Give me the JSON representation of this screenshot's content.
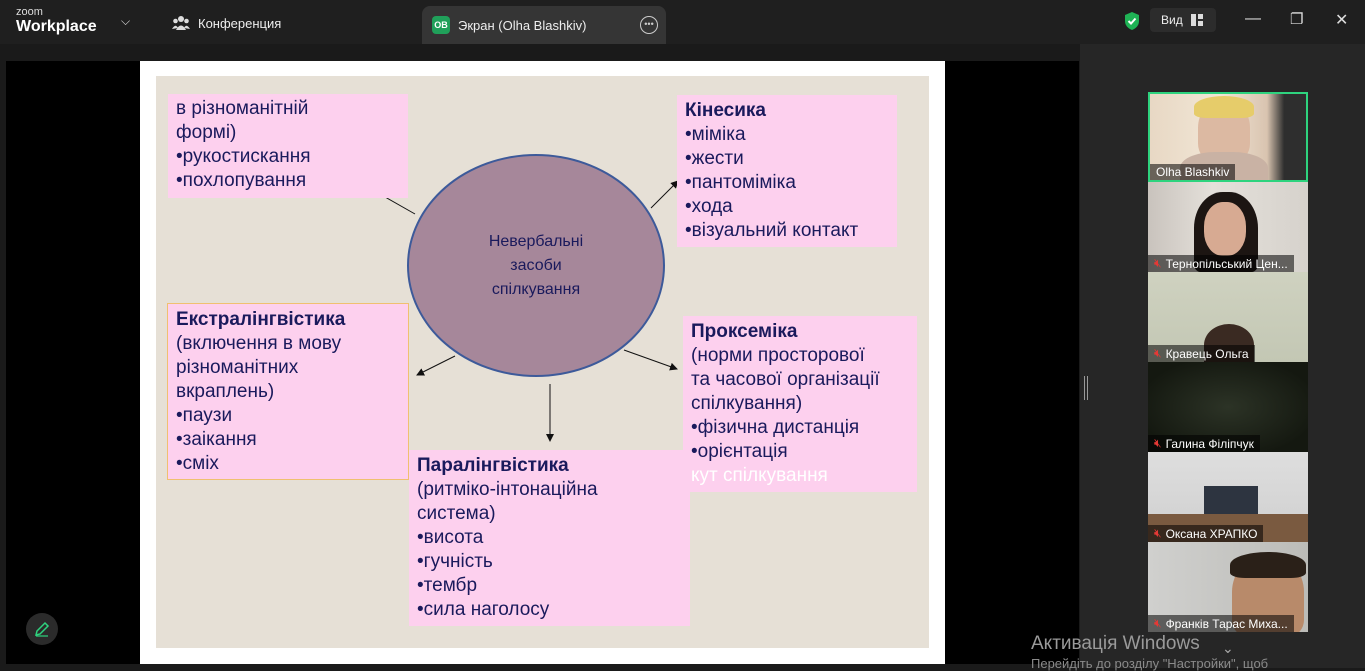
{
  "app": {
    "logo_top": "zoom",
    "logo_bottom": "Workplace"
  },
  "tabs": {
    "meeting": "Конференция",
    "share": "Экран (Olha Blashkiv)",
    "share_badge": "OB"
  },
  "toolbar": {
    "view": "Вид"
  },
  "slide": {
    "center": "Невербальні засоби спілкування",
    "box_top_left": [
      "в різноманітній",
      "формі)",
      "•рукостискання",
      "•похлопування"
    ],
    "kinesics": {
      "title": "Кінесика",
      "items": [
        "•міміка",
        "•жести",
        "•пантоміміка",
        "•хода",
        "•візуальний контакт"
      ]
    },
    "extralinguistics": {
      "title": "Екстралінгвістика",
      "items": [
        "(включення в мову",
        "різноманітних",
        "вкраплень)",
        "•паузи",
        "•заікання",
        "•сміх"
      ]
    },
    "proxemics": {
      "title": "Проксеміка",
      "items": [
        "(норми просторової",
        "та часової організації",
        "спілкування)",
        "•фізична дистанція",
        "•орієнтація"
      ],
      "faded": "кут спілкування"
    },
    "paralinguistics": {
      "title": "Паралінгвістика",
      "items": [
        "(ритміко-інтонаційна",
        "система)",
        "•висота",
        "•гучність",
        "•тембр",
        "•сила наголосу"
      ]
    }
  },
  "participants": [
    {
      "name": "Olha Blashkiv",
      "muted": false
    },
    {
      "name": "Тернопільський Цен...",
      "muted": true
    },
    {
      "name": "Кравець Ольга",
      "muted": true
    },
    {
      "name": "Галина Філіпчук",
      "muted": true
    },
    {
      "name": "Оксана ХРАПКО",
      "muted": true
    },
    {
      "name": "Франків Тарас Миха...",
      "muted": true
    }
  ],
  "watermark": {
    "line1": "Активація Windows",
    "line2": "Перейдіть до розділу \"Настройки\", щоб"
  }
}
